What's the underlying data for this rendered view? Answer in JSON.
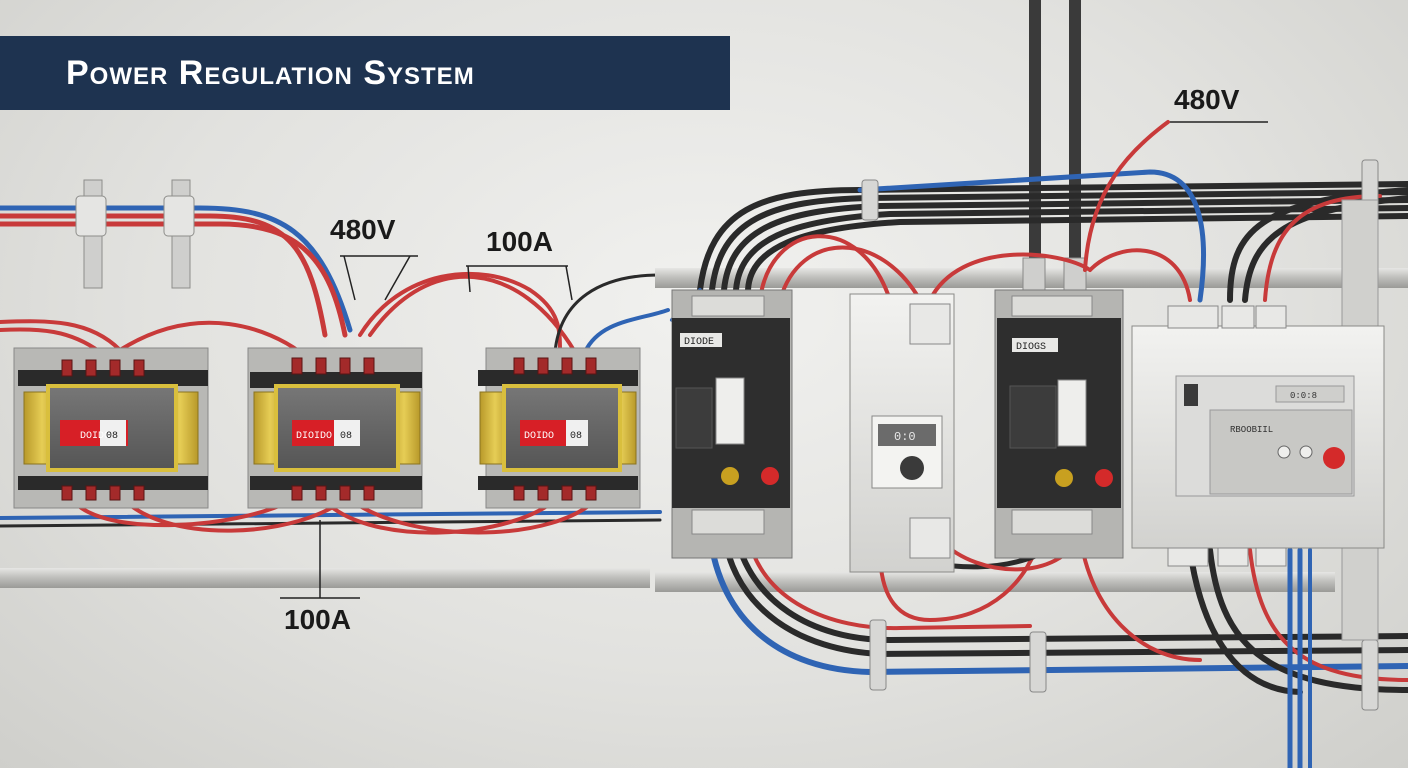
{
  "title": "Power Regulation System",
  "callouts": {
    "voltage_top_left": "480V",
    "current_top_mid": "100A",
    "current_bottom": "100A",
    "voltage_top_right": "480V"
  },
  "transformers": [
    {
      "label": "DOIDO",
      "tag": "08"
    },
    {
      "label": "DIOIDO",
      "tag": "08"
    },
    {
      "label": "DOIDO",
      "tag": "08"
    }
  ],
  "panels": [
    {
      "label": "DIODE"
    },
    {
      "label": "",
      "display": "0:0"
    },
    {
      "label": "DIOGS"
    },
    {
      "label": "RBOOBIIL",
      "display": "0:0:8"
    }
  ],
  "colors": {
    "banner": "#1e3350",
    "wire_red": "#c83a3a",
    "wire_blue": "#2f64b4",
    "wire_black": "#2a2a2a",
    "transformer_core": "#d9bf3d",
    "warning_label": "#d71f26"
  }
}
